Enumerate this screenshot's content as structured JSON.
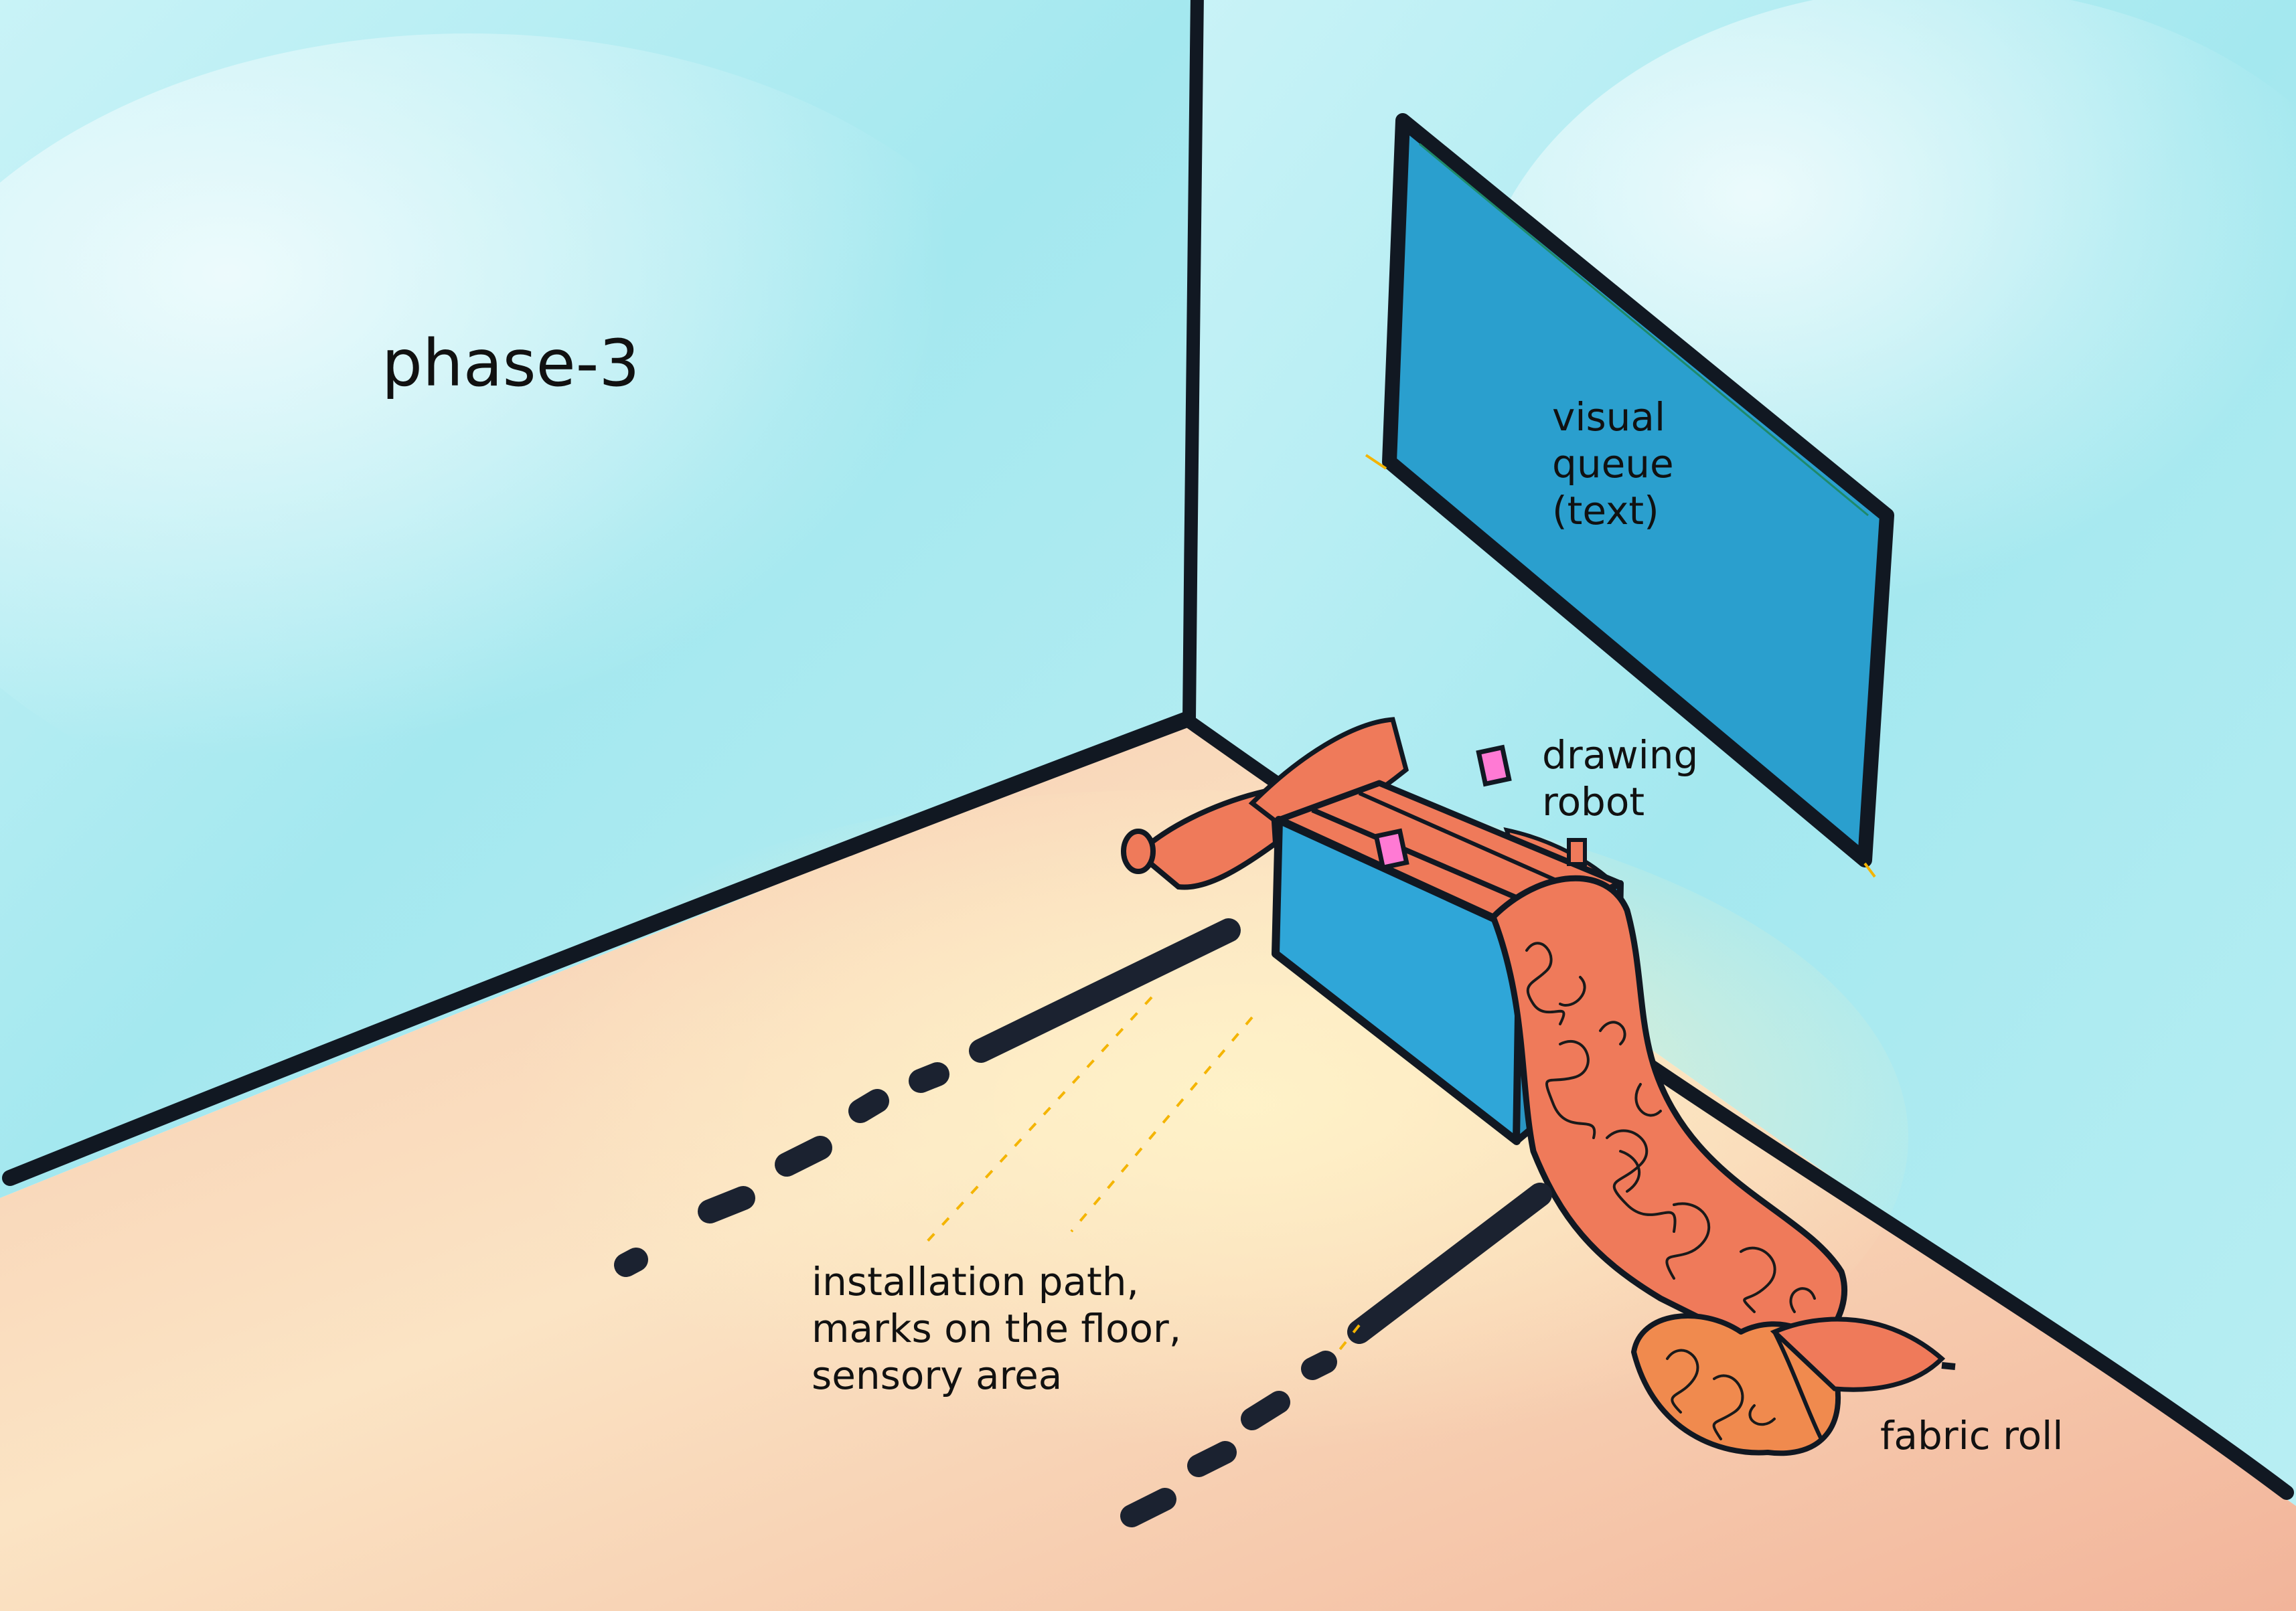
{
  "title": "phase-3",
  "labels": {
    "screen": [
      "visual",
      "queue",
      "(text)"
    ],
    "robot": [
      "drawing",
      "robot"
    ],
    "path": [
      "installation path,",
      "marks on the floor,",
      "sensory area"
    ],
    "fabric": [
      "fabric roll"
    ]
  },
  "colors": {
    "wall": "#a8eaf0",
    "wall_light": "#d9f7fa",
    "floor": "#f3c1a6",
    "floor_light": "#fbe8c6",
    "outline": "#111822",
    "screen": "#2a9fce",
    "robot_box": "#2fa6d8",
    "fabric": "#ef7a5a",
    "fabric_roll": "#f08a4e",
    "robot_marker": "#ff7ad4",
    "dashed_trace": "#f4b400"
  }
}
